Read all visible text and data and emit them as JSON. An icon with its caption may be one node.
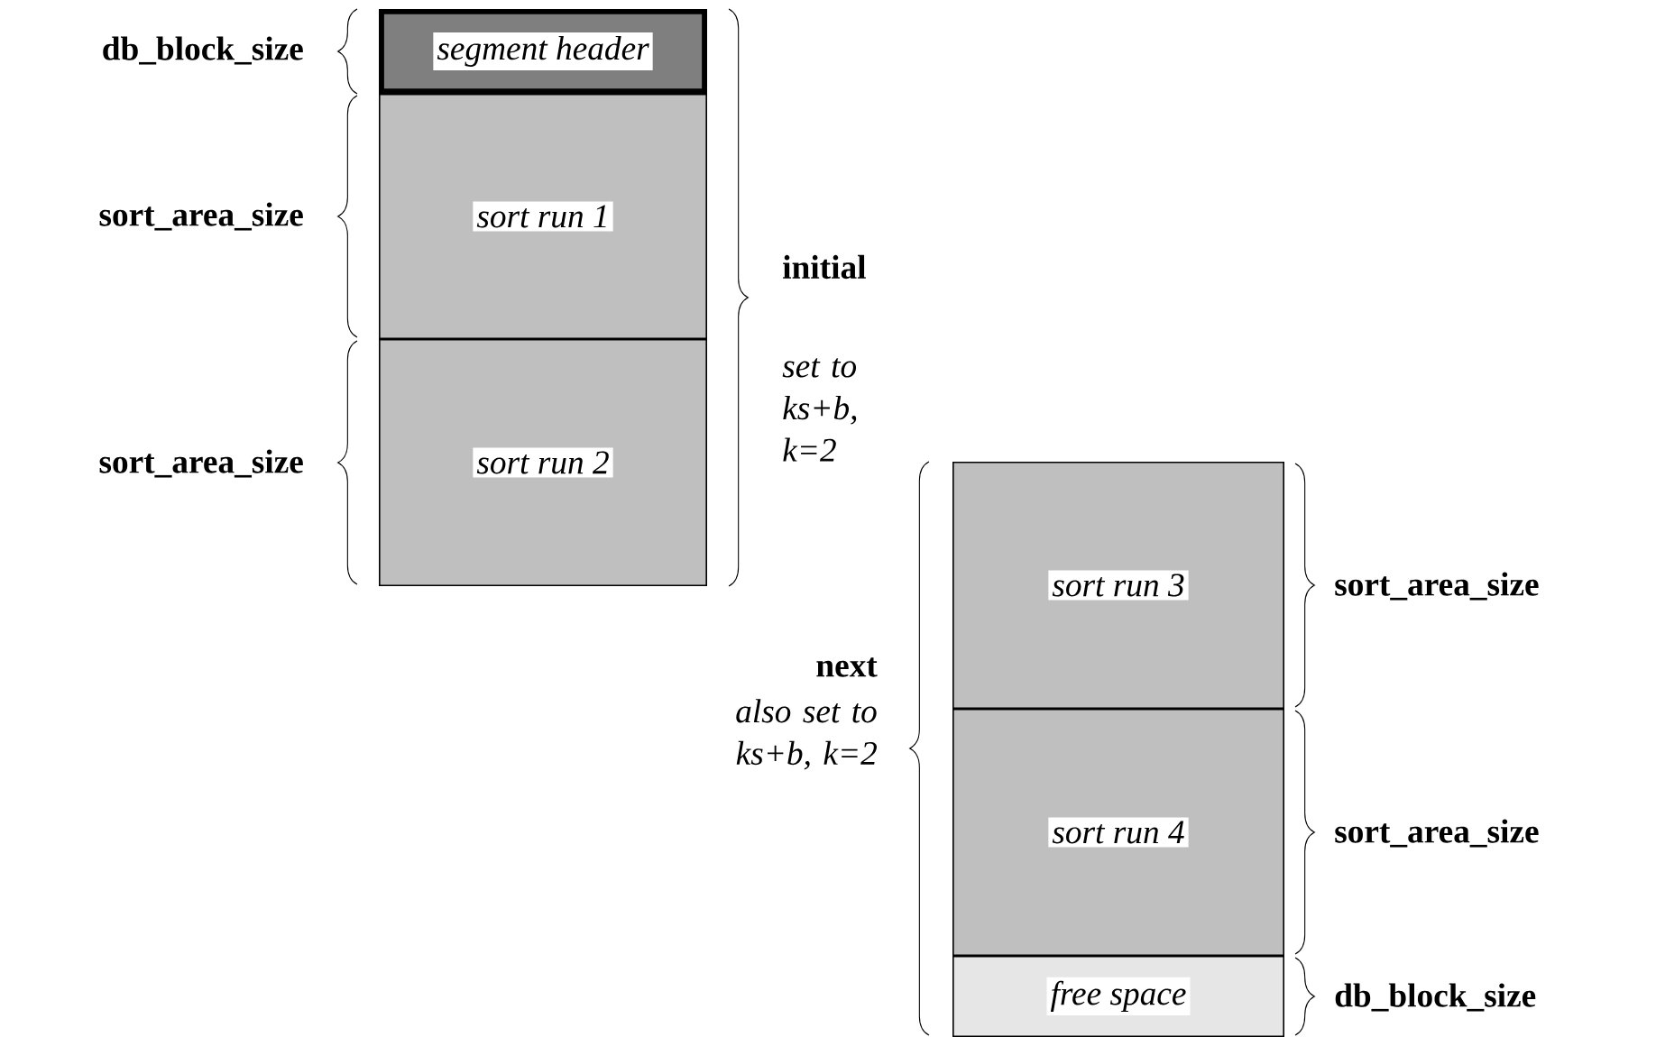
{
  "diagram": {
    "nodes": [
      {
        "text": [
          "segment header"
        ]
      },
      {
        "text": [
          "sort run 1"
        ]
      },
      {
        "text": [
          "sort run 2"
        ]
      },
      {
        "text": [
          "sort run 3"
        ]
      },
      {
        "text": [
          "sort run 4"
        ]
      },
      {
        "text": [
          "free space"
        ]
      }
    ],
    "labels": [
      "db_block_size",
      "sort_area_size",
      "initial",
      "set to ks+b, k=2",
      "sort_area_size",
      "sort_area_size",
      "next",
      "also set to ks+b, k=2",
      "sort_area_size",
      "db_block_size"
    ]
  }
}
